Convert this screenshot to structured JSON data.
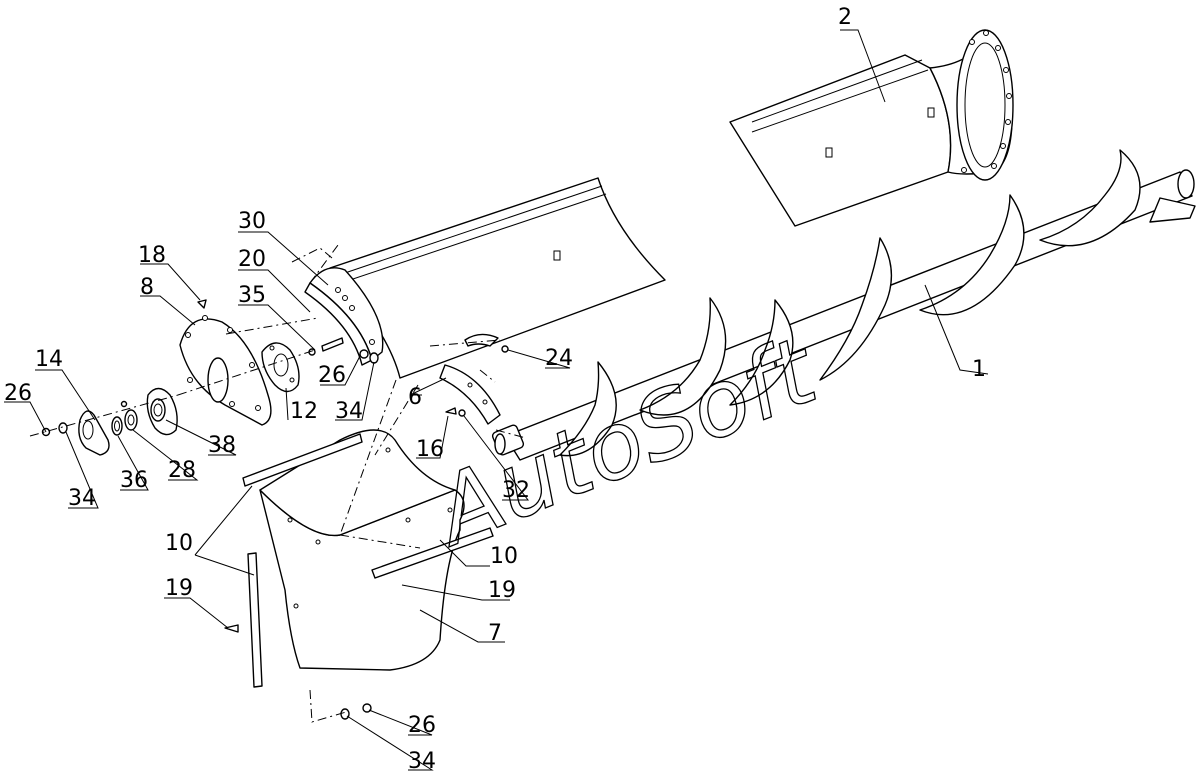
{
  "watermark": "AutoSoft",
  "callouts": {
    "c1": "1",
    "c2": "2",
    "c6": "6",
    "c7": "7",
    "c8": "8",
    "c10a": "10",
    "c10b": "10",
    "c12": "12",
    "c14": "14",
    "c16": "16",
    "c18": "18",
    "c19a": "19",
    "c19b": "19",
    "c20": "20",
    "c24": "24",
    "c26a": "26",
    "c26b": "26",
    "c26c": "26",
    "c28": "28",
    "c30": "30",
    "c32": "32",
    "c34a": "34",
    "c34b": "34",
    "c34c": "34",
    "c35": "35",
    "c36": "36",
    "c38": "38"
  }
}
